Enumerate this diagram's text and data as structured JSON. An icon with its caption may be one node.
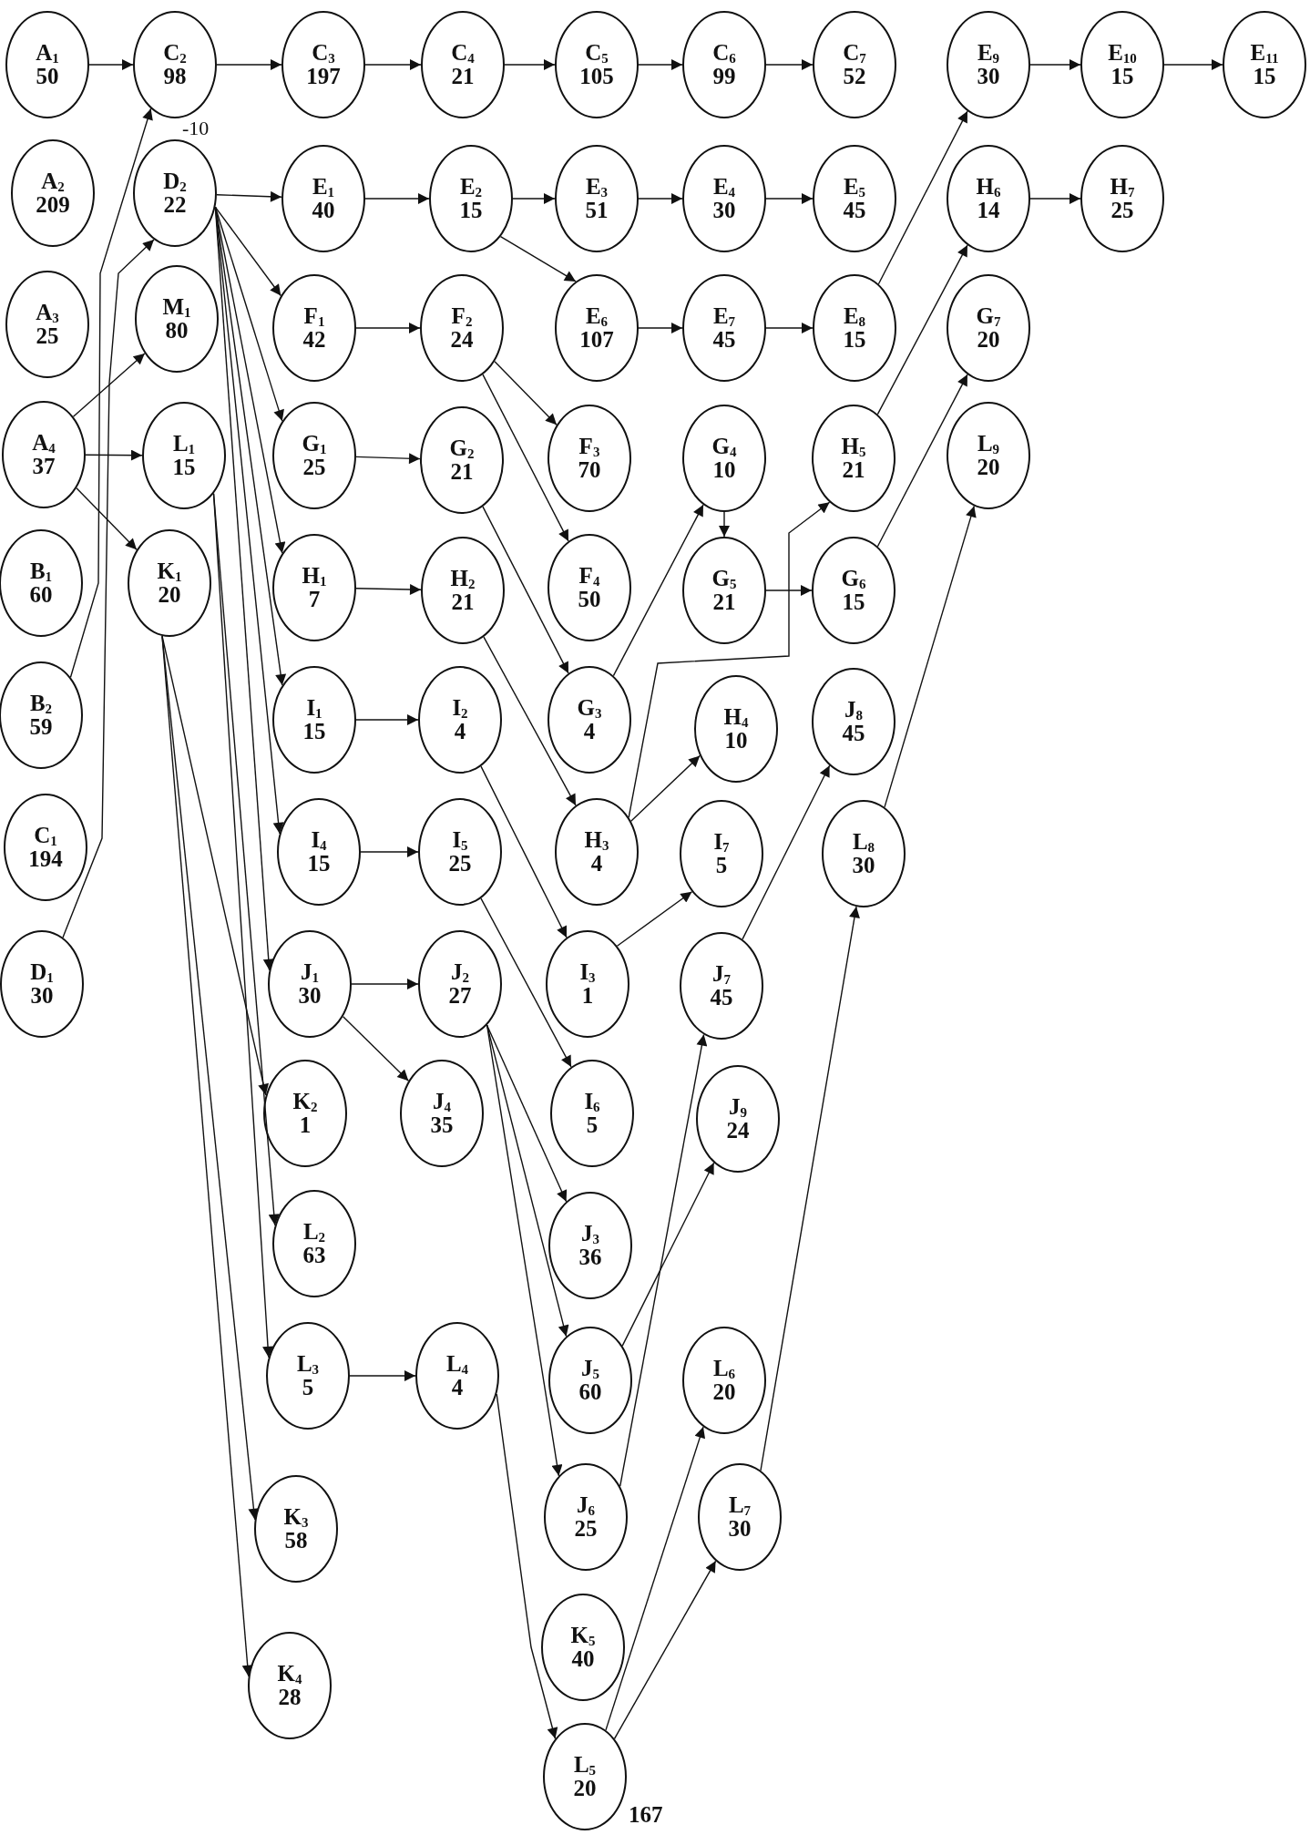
{
  "diagram": {
    "nodes": [
      {
        "text": [
          "A$_{1}$",
          "50"
        ]
      },
      {
        "text": [
          "A$_{2}$",
          "209"
        ]
      },
      {
        "text": [
          "A$_{3}$",
          "25"
        ]
      },
      {
        "text": [
          "A$_{4}$",
          "37"
        ]
      },
      {
        "text": [
          "B$_{1}$",
          "60"
        ]
      },
      {
        "text": [
          "B$_{2}$",
          "59"
        ]
      },
      {
        "text": [
          "C$_{1}$",
          "194"
        ]
      },
      {
        "text": [
          "D$_{1}$",
          "30"
        ]
      },
      {
        "text": [
          "C$_{2}$",
          "98"
        ]
      },
      {
        "text": [
          "D$_{2}$",
          "22"
        ]
      },
      {
        "text": [
          "M$_{1}$",
          "80"
        ]
      },
      {
        "text": [
          "L$_{1}$",
          "15"
        ]
      },
      {
        "text": [
          "K$_{1}$",
          "20"
        ]
      },
      {
        "text": [
          "C$_{3}$",
          "197"
        ]
      },
      {
        "text": [
          "E$_{1}$",
          "40"
        ]
      },
      {
        "text": [
          "F$_{1}$",
          "42"
        ]
      },
      {
        "text": [
          "G$_{1}$",
          "25"
        ]
      },
      {
        "text": [
          "H$_{1}$",
          "7"
        ]
      },
      {
        "text": [
          "I$_{1}$",
          "15"
        ]
      },
      {
        "text": [
          "I$_{4}$",
          "15"
        ]
      },
      {
        "text": [
          "J$_{1}$",
          "30"
        ]
      },
      {
        "text": [
          "K$_{2}$",
          "1"
        ]
      },
      {
        "text": [
          "L$_{2}$",
          "63"
        ]
      },
      {
        "text": [
          "L$_{3}$",
          "5"
        ]
      },
      {
        "text": [
          "K$_{3}$",
          "58"
        ]
      },
      {
        "text": [
          "K$_{4}$",
          "28"
        ]
      },
      {
        "text": [
          "C$_{4}$",
          "21"
        ]
      },
      {
        "text": [
          "E$_{2}$",
          "15"
        ]
      },
      {
        "text": [
          "F$_{2}$",
          "24"
        ]
      },
      {
        "text": [
          "G$_{2}$",
          "21"
        ]
      },
      {
        "text": [
          "H$_{2}$",
          "21"
        ]
      },
      {
        "text": [
          "I$_{2}$",
          "4"
        ]
      },
      {
        "text": [
          "I$_{5}$",
          "25"
        ]
      },
      {
        "text": [
          "J$_{2}$",
          "27"
        ]
      },
      {
        "text": [
          "J$_{4}$",
          "35"
        ]
      },
      {
        "text": [
          "L$_{4}$",
          "4"
        ]
      },
      {
        "text": [
          "C$_{5}$",
          "105"
        ]
      },
      {
        "text": [
          "E$_{3}$",
          "51"
        ]
      },
      {
        "text": [
          "E$_{6}$",
          "107"
        ]
      },
      {
        "text": [
          "F$_{3}$",
          "70"
        ]
      },
      {
        "text": [
          "F$_{4}$",
          "50"
        ]
      },
      {
        "text": [
          "G$_{3}$",
          "4"
        ]
      },
      {
        "text": [
          "H$_{3}$",
          "4"
        ]
      },
      {
        "text": [
          "I$_{3}$",
          "1"
        ]
      },
      {
        "text": [
          "I$_{6}$",
          "5"
        ]
      },
      {
        "text": [
          "J$_{3}$",
          "36"
        ]
      },
      {
        "text": [
          "J$_{5}$",
          "60"
        ]
      },
      {
        "text": [
          "J$_{6}$",
          "25"
        ]
      },
      {
        "text": [
          "K$_{5}$",
          "40"
        ]
      },
      {
        "text": [
          "L$_{5}$",
          "20"
        ],
        "beside": [
          "167"
        ]
      },
      {
        "text": [
          "C$_{6}$",
          "99"
        ]
      },
      {
        "text": [
          "E$_{4}$",
          "30"
        ]
      },
      {
        "text": [
          "E$_{7}$",
          "45"
        ]
      },
      {
        "text": [
          "G$_{4}$",
          "10"
        ]
      },
      {
        "text": [
          "G$_{5}$",
          "21"
        ]
      },
      {
        "text": [
          "H$_{4}$",
          "10"
        ]
      },
      {
        "text": [
          "I$_{7}$",
          "5"
        ]
      },
      {
        "text": [
          "J$_{7}$",
          "45"
        ]
      },
      {
        "text": [
          "J$_{9}$",
          "24"
        ]
      },
      {
        "text": [
          "L$_{6}$",
          "20"
        ]
      },
      {
        "text": [
          "L$_{7}$",
          "30"
        ]
      },
      {
        "text": [
          "C$_{7}$",
          "52"
        ]
      },
      {
        "text": [
          "E$_{5}$",
          "45"
        ]
      },
      {
        "text": [
          "E$_{8}$",
          "15"
        ]
      },
      {
        "text": [
          "H$_{5}$",
          "21"
        ]
      },
      {
        "text": [
          "G$_{6}$",
          "15"
        ]
      },
      {
        "text": [
          "J$_{8}$",
          "45"
        ]
      },
      {
        "text": [
          "L$_{8}$",
          "30"
        ]
      },
      {
        "text": [
          "E$_{9}$",
          "30"
        ]
      },
      {
        "text": [
          "H$_{6}$",
          "14"
        ]
      },
      {
        "text": [
          "G$_{7}$",
          "20"
        ]
      },
      {
        "text": [
          "L$_{9}$",
          "20"
        ]
      },
      {
        "text": [
          "E$_{10}$",
          "15"
        ]
      },
      {
        "text": [
          "H$_{7}$",
          "25"
        ]
      },
      {
        "text": [
          "E$_{11}$",
          "15"
        ]
      }
    ],
    "edges": [
      {
        "from": 0,
        "to": 8,
        "arrow": "to"
      },
      {
        "from": 8,
        "to": 13,
        "arrow": "to"
      },
      {
        "from": 13,
        "to": 26,
        "arrow": "to"
      },
      {
        "from": 26,
        "to": 36,
        "arrow": "to"
      },
      {
        "from": 36,
        "to": 50,
        "arrow": "to"
      },
      {
        "from": 50,
        "to": 61,
        "arrow": "to"
      },
      {
        "from": 68,
        "to": 72,
        "arrow": "to"
      },
      {
        "from": 72,
        "to": 74,
        "arrow": "to"
      },
      {
        "from": 5,
        "to": 8,
        "arrow": "to"
      },
      {
        "from": 7,
        "to": 9,
        "arrow": "to"
      },
      {
        "from": 9,
        "to": 14,
        "arrow": "to"
      },
      {
        "from": 14,
        "to": 27,
        "arrow": "to"
      },
      {
        "from": 27,
        "to": 37,
        "arrow": "to"
      },
      {
        "from": 27,
        "to": 38,
        "arrow": "to"
      },
      {
        "from": 37,
        "to": 51,
        "arrow": "to"
      },
      {
        "from": 51,
        "to": 62,
        "arrow": "to"
      },
      {
        "from": 38,
        "to": 52,
        "arrow": "to"
      },
      {
        "from": 52,
        "to": 63,
        "arrow": "to"
      },
      {
        "from": 63,
        "to": 68,
        "arrow": "to"
      },
      {
        "from": 69,
        "to": 73,
        "arrow": "to"
      },
      {
        "from": 3,
        "to": 10,
        "arrow": "to"
      },
      {
        "from": 3,
        "to": 11,
        "arrow": "to"
      },
      {
        "from": 3,
        "to": 12,
        "arrow": "to"
      },
      {
        "from": 9,
        "to": 15,
        "arrow": "to"
      },
      {
        "from": 9,
        "to": 16,
        "arrow": "to"
      },
      {
        "from": 9,
        "to": 17,
        "arrow": "to"
      },
      {
        "from": 9,
        "to": 18,
        "arrow": "to"
      },
      {
        "from": 9,
        "to": 19,
        "arrow": "to"
      },
      {
        "from": 9,
        "to": 20,
        "arrow": "to"
      },
      {
        "from": 12,
        "to": 21,
        "arrow": "to"
      },
      {
        "from": 12,
        "to": 24,
        "arrow": "to"
      },
      {
        "from": 12,
        "to": 25,
        "arrow": "to"
      },
      {
        "from": 11,
        "to": 22,
        "arrow": "to"
      },
      {
        "from": 11,
        "to": 23,
        "arrow": "to"
      },
      {
        "from": 15,
        "to": 28,
        "arrow": "to"
      },
      {
        "from": 16,
        "to": 29,
        "arrow": "to"
      },
      {
        "from": 17,
        "to": 30,
        "arrow": "to"
      },
      {
        "from": 18,
        "to": 31,
        "arrow": "to"
      },
      {
        "from": 19,
        "to": 32,
        "arrow": "to"
      },
      {
        "from": 20,
        "to": 33,
        "arrow": "to"
      },
      {
        "from": 20,
        "to": 34,
        "arrow": "to"
      },
      {
        "from": 23,
        "to": 35,
        "arrow": "to"
      },
      {
        "from": 28,
        "to": 39,
        "arrow": "to"
      },
      {
        "from": 28,
        "to": 40,
        "arrow": "to"
      },
      {
        "from": 29,
        "to": 41,
        "arrow": "to"
      },
      {
        "from": 30,
        "to": 42,
        "arrow": "to"
      },
      {
        "from": 31,
        "to": 43,
        "arrow": "to"
      },
      {
        "from": 32,
        "to": 44,
        "arrow": "to"
      },
      {
        "from": 33,
        "to": 45,
        "arrow": "to"
      },
      {
        "from": 33,
        "to": 46,
        "arrow": "to"
      },
      {
        "from": 33,
        "to": 47,
        "arrow": "to"
      },
      {
        "from": 35,
        "to": 49,
        "arrow": "to"
      },
      {
        "from": 41,
        "to": 53,
        "arrow": "to"
      },
      {
        "from": 53,
        "to": 54,
        "arrow": "to"
      },
      {
        "from": 54,
        "to": 65,
        "arrow": "to"
      },
      {
        "from": 65,
        "to": 70,
        "arrow": "to"
      },
      {
        "from": 42,
        "to": 55,
        "arrow": "to"
      },
      {
        "from": 42,
        "to": 64,
        "arrow": "to"
      },
      {
        "from": 64,
        "to": 69,
        "arrow": "to"
      },
      {
        "from": 43,
        "to": 56,
        "arrow": "to"
      },
      {
        "from": 46,
        "to": 58,
        "arrow": "to"
      },
      {
        "from": 47,
        "to": 57,
        "arrow": "to"
      },
      {
        "from": 57,
        "to": 66,
        "arrow": "to"
      },
      {
        "from": 49,
        "to": 59,
        "arrow": "to"
      },
      {
        "from": 49,
        "to": 60,
        "arrow": "to"
      },
      {
        "from": 60,
        "to": 67,
        "arrow": "to"
      },
      {
        "from": 67,
        "to": 71,
        "arrow": "to"
      }
    ],
    "labels": [
      "-10"
    ]
  }
}
